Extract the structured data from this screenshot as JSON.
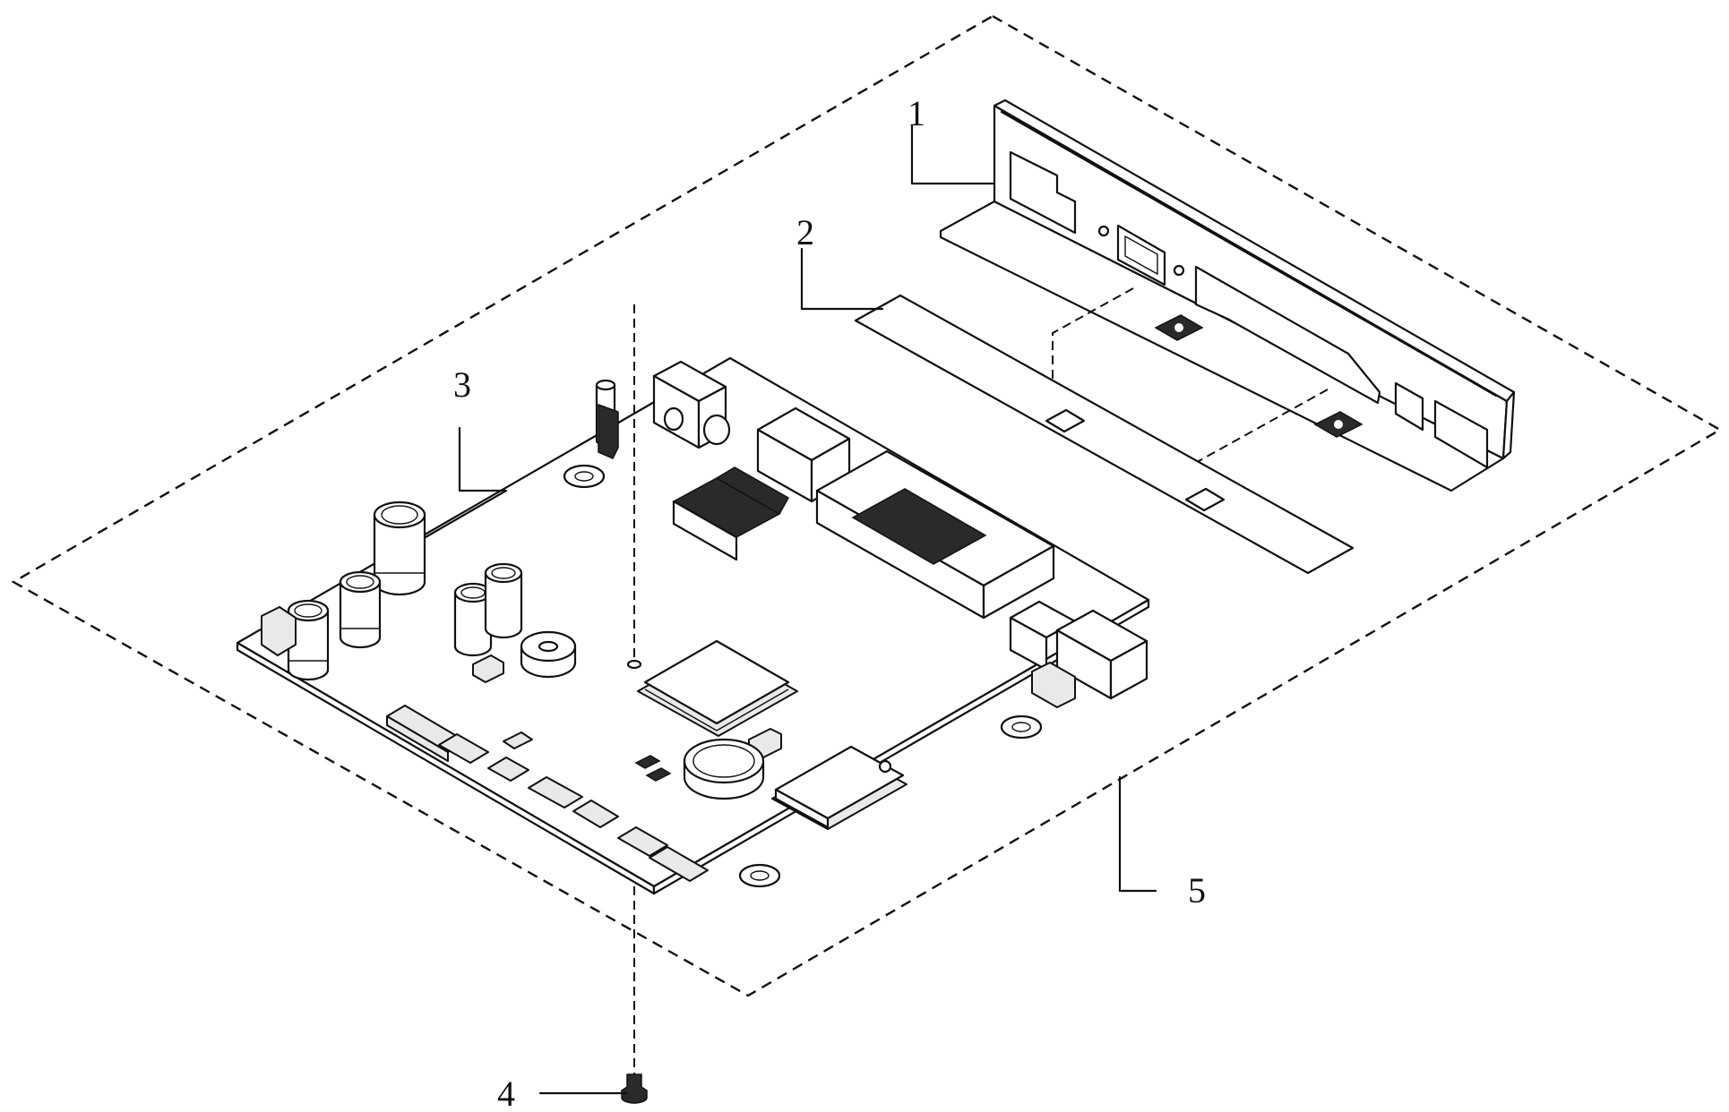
{
  "callouts": [
    {
      "id": "part-1",
      "label": "1"
    },
    {
      "id": "part-2",
      "label": "2"
    },
    {
      "id": "part-3",
      "label": "3"
    },
    {
      "id": "part-4",
      "label": "4"
    },
    {
      "id": "part-5",
      "label": "5"
    }
  ],
  "colors": {
    "line": "#111111",
    "background": "#ffffff",
    "shade": "#e9e9e9",
    "dark": "#2a2a2a"
  }
}
